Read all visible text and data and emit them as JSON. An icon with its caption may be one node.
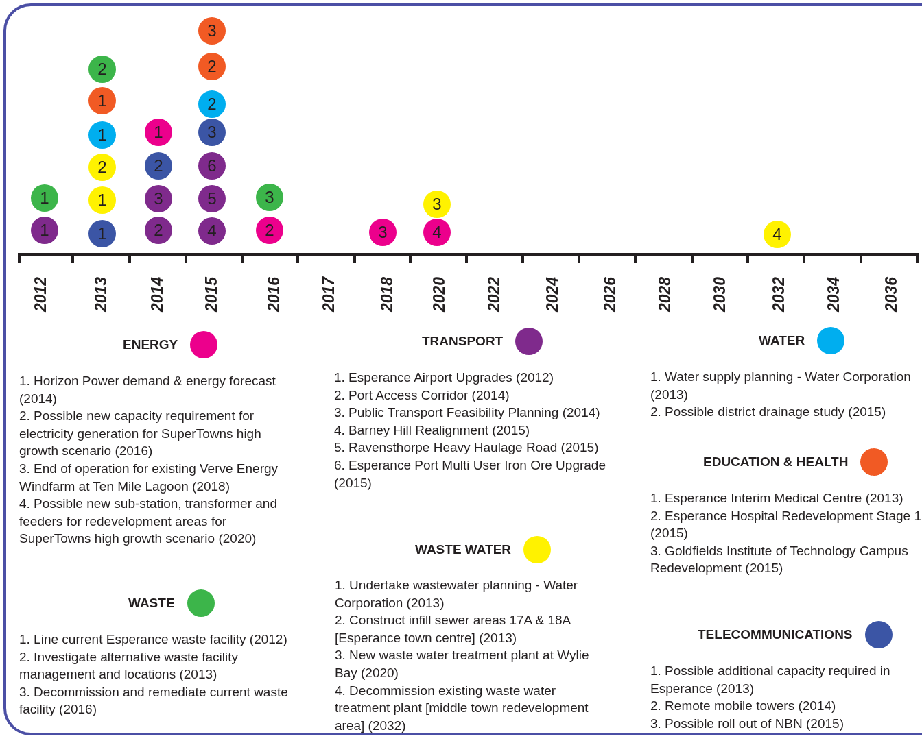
{
  "diagram": {
    "nodes": [
      {
        "text": [
          "1"
        ]
      },
      {
        "text": [
          "1"
        ]
      },
      {
        "text": [
          "2"
        ]
      },
      {
        "text": [
          "1"
        ]
      },
      {
        "text": [
          "1"
        ]
      },
      {
        "text": [
          "2"
        ]
      },
      {
        "text": [
          "1"
        ]
      },
      {
        "text": [
          "1"
        ]
      },
      {
        "text": [
          "1"
        ]
      },
      {
        "text": [
          "2"
        ]
      },
      {
        "text": [
          "3"
        ]
      },
      {
        "text": [
          "2"
        ]
      },
      {
        "text": [
          "3"
        ]
      },
      {
        "text": [
          "2"
        ]
      },
      {
        "text": [
          "2"
        ]
      },
      {
        "text": [
          "3"
        ]
      },
      {
        "text": [
          "6"
        ]
      },
      {
        "text": [
          "5"
        ]
      },
      {
        "text": [
          "4"
        ]
      },
      {
        "text": [
          "3"
        ]
      },
      {
        "text": [
          "2"
        ]
      },
      {
        "text": [
          "3"
        ]
      },
      {
        "text": [
          "3"
        ]
      },
      {
        "text": [
          "4"
        ]
      },
      {
        "text": [
          "4"
        ]
      }
    ],
    "edges": [],
    "labels": [
      "2012",
      "2013",
      "2014",
      "2015",
      "2016",
      "2017",
      "2018",
      "2020",
      "2022",
      "2024",
      "2026",
      "2028",
      "2030",
      "2032",
      "2034",
      "2036",
      "1. Horizon Power demand & energy forecast (2014)",
      "2. Possible new capacity requirement for electricity generation for SuperTowns high growth scenario (2016)",
      "3. End of operation for existing Verve Energy Windfarm at Ten Mile Lagoon (2018)",
      "4. Possible new sub-station, transformer and feeders for redevelopment areas for SuperTowns high growth scenario (2020)",
      "1. Line current Esperance waste facility (2012)",
      "2. Investigate alternative waste facility management and locations (2013)",
      "3. Decommission and remediate current waste facility (2016)",
      "1. Esperance Airport Upgrades (2012)",
      "2. Port Access Corridor (2014)",
      "3. Public Transport Feasibility Planning (2014)",
      "4. Barney Hill Realignment (2015)",
      "5. Ravensthorpe Heavy Haulage Road (2015)",
      "6. Esperance Port Multi User Iron Ore Upgrade (2015)",
      "1. Undertake wastewater planning - Water Corporation (2013)",
      "2. Construct infill sewer areas 17A & 18A [Esperance town centre] (2013)",
      "3. New waste water treatment plant at Wylie Bay (2020)",
      "4. Decommission existing waste water treatment plant [middle town redevelopment area] (2032)",
      "1. Water supply planning - Water Corporation (2013)",
      "2. Possible district drainage study (2015)",
      "1. Esperance Interim Medical Centre (2013)",
      "2. Esperance Hospital Redevelopment Stage 1 (2015)",
      "3. Goldfields Institute of Technology Campus Redevelopment (2015)",
      "1. Possible additional capacity required in Esperance (2013)",
      "2. Remote mobile towers (2014)",
      "3. Possible roll out of NBN (2015)"
    ],
    "legend": [
      {
        "text": "ENERGY",
        "color": "#ec008c"
      },
      {
        "text": "WASTE",
        "color": "#3cb54a"
      },
      {
        "text": "TRANSPORT",
        "color": "#7f2a8c"
      },
      {
        "text": "WASTE WATER",
        "color": "#fff200"
      },
      {
        "text": "WATER",
        "color": "#00aeef"
      },
      {
        "text": "EDUCATION & HEALTH",
        "color": "#f15a24"
      },
      {
        "text": "TELECOMMUNICATIONS",
        "color": "#3b55a5"
      }
    ]
  }
}
